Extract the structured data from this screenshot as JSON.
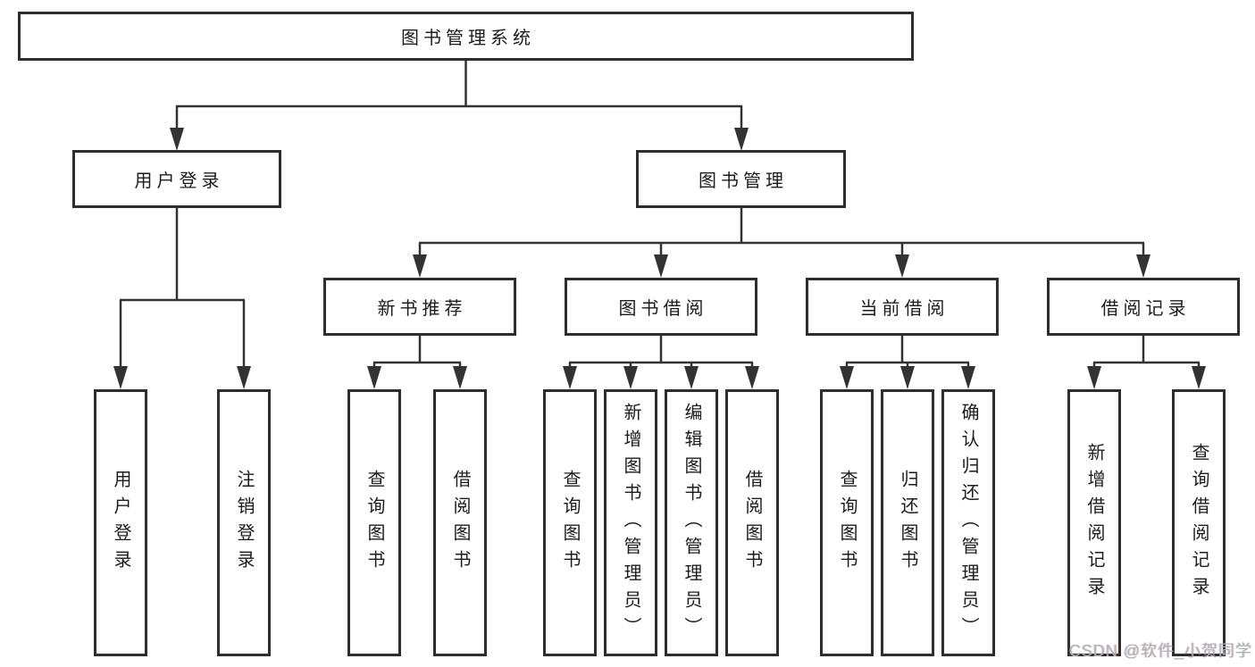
{
  "tree": {
    "root": {
      "label": "图书管理系统"
    },
    "branches": [
      {
        "label": "用户登录",
        "children": [
          {
            "label": "用户登录"
          },
          {
            "label": "注销登录"
          }
        ]
      },
      {
        "label": "图书管理",
        "children": [
          {
            "label": "新书推荐",
            "children": [
              {
                "label": "查询图书"
              },
              {
                "label": "借阅图书"
              }
            ]
          },
          {
            "label": "图书借阅",
            "children": [
              {
                "label": "查询图书"
              },
              {
                "label": "新增图书（管理员）"
              },
              {
                "label": "编辑图书（管理员）"
              },
              {
                "label": "借阅图书"
              }
            ]
          },
          {
            "label": "当前借阅",
            "children": [
              {
                "label": "查询图书"
              },
              {
                "label": "归还图书"
              },
              {
                "label": "确认归还（管理员）"
              }
            ]
          },
          {
            "label": "借阅记录",
            "children": [
              {
                "label": "新增借阅记录"
              },
              {
                "label": "查询借阅记录"
              }
            ]
          }
        ]
      }
    ]
  },
  "watermark": {
    "text": "CSDN @软件_小贺同学"
  },
  "colors": {
    "line": "#333333",
    "box_border": "#2d2d2d",
    "text": "#1c1c1c",
    "watermark": "#b1b1b1",
    "background": "#ffffff"
  }
}
